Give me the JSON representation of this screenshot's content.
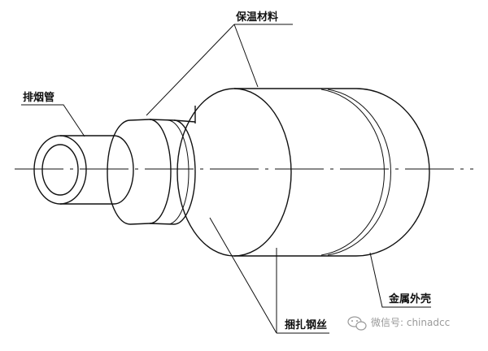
{
  "labels": {
    "insulation": "保温材料",
    "exhaust_pipe": "排烟管",
    "metal_shell": "金属外壳",
    "binding_wire": "捆扎钢丝"
  },
  "watermark": {
    "text": "微信号: chinadcc",
    "icon": "wechat-icon"
  }
}
